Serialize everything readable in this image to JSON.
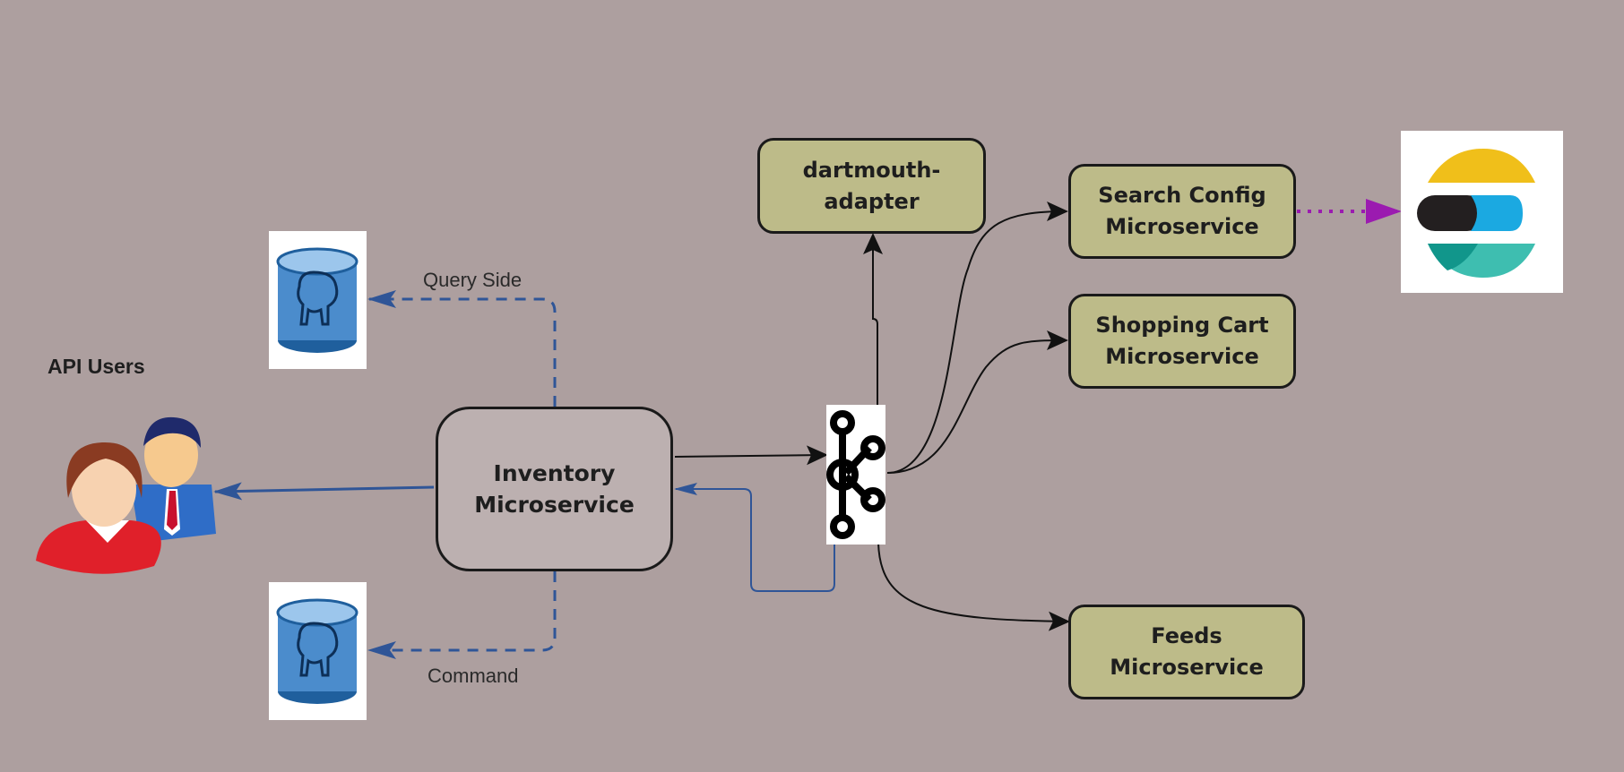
{
  "diagram": {
    "title": "API Users",
    "labels": {
      "query_side": "Query Side",
      "command": "Command"
    },
    "nodes": {
      "inventory": "Inventory\nMicroservice",
      "dartmouth_adapter": "dartmouth-adapter",
      "search_config": "Search Config\nMicroservice",
      "shopping_cart": "Shopping Cart\nMicroservice",
      "feeds": "Feeds\nMicroservice"
    },
    "icons": {
      "users": "api-users-icon",
      "db_query": "postgresql-icon",
      "db_command": "postgresql-icon",
      "broker": "kafka-icon",
      "search_engine": "elasticsearch-icon"
    },
    "colors": {
      "background": "#ad9f9f",
      "service_box": "#bdbb89",
      "inventory_box": "#bcb0b0",
      "blue_arrow": "#2f5597",
      "purple_arrow": "#9b1bb0",
      "black_arrow": "#111111"
    }
  }
}
